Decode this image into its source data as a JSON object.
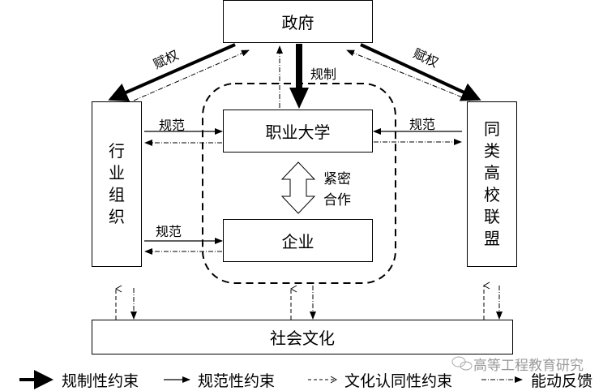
{
  "nodes": {
    "government": "政府",
    "vocational_university": "职业大学",
    "enterprise": "企业",
    "industry_org": [
      "行",
      "业",
      "组",
      "织"
    ],
    "peer_alliance": [
      "同",
      "类",
      "高",
      "校",
      "联",
      "盟"
    ],
    "social_culture": "社会文化"
  },
  "edge_labels": {
    "empower_left": "赋权",
    "empower_right": "赋权",
    "regulate": "规制",
    "norm_industry_univ": "规范",
    "norm_industry_ent": "规范",
    "norm_alliance_univ": "规范",
    "close_cooperation_line1": "紧密",
    "close_cooperation_line2": "合作"
  },
  "legend": [
    {
      "style": "thick-solid",
      "label": "规制性约束"
    },
    {
      "style": "thin-solid",
      "label": "规范性约束"
    },
    {
      "style": "dashed",
      "label": "文化认同性约束"
    },
    {
      "style": "dash-dot",
      "label": "能动反馈"
    }
  ],
  "watermark": "高等工程教育研究"
}
